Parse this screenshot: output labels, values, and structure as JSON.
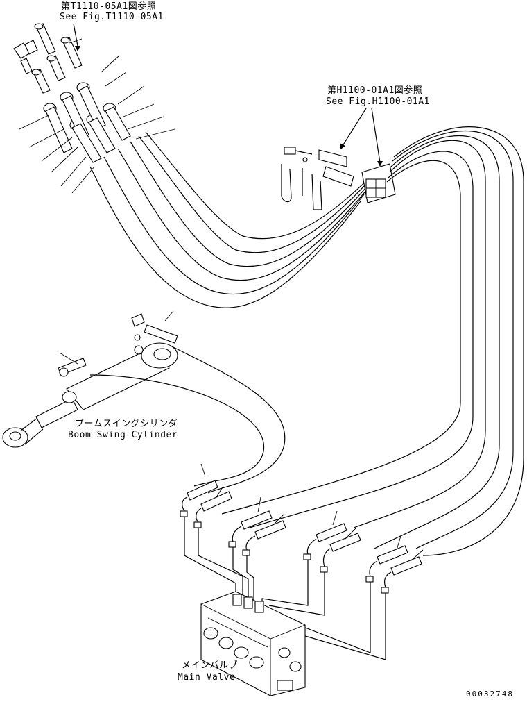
{
  "callouts": {
    "top_ref_jp": "第T1110-05A1図参照",
    "top_ref_en": "See Fig.T1110-05A1",
    "right_ref_jp": "第H1100-01A1図参照",
    "right_ref_en": "See Fig.H1100-01A1",
    "cylinder_jp": "ブームスイングシリンダ",
    "cylinder_en": "Boom Swing Cylinder",
    "valve_jp": "メインバルブ",
    "valve_en": "Main Valve"
  },
  "drawing_number": "00032748"
}
